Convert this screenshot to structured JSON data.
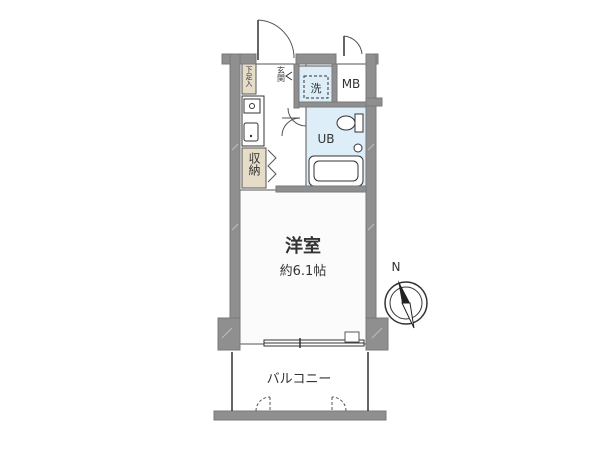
{
  "labels": {
    "genkan": "玄関",
    "shoe_box": "下足入",
    "wash": "洗",
    "mb": "MB",
    "ub": "UB",
    "storage": "収納",
    "room": "洋室",
    "room_area": "約6.1帖",
    "balcony": "バルコニー",
    "compass_n": "N"
  },
  "colors": {
    "wall": "#8f8f8f",
    "wall_stroke": "#7a7a7a",
    "bath_fill": "#ddeef8",
    "room_fill": "#fbfbfb",
    "storage_fill": "#e6ddc9",
    "line": "#333333"
  },
  "icons": [
    "door-swing-icon",
    "washing-machine-icon",
    "toilet-icon",
    "bathtub-icon",
    "sink-icon",
    "stove-icon",
    "compass-icon"
  ]
}
